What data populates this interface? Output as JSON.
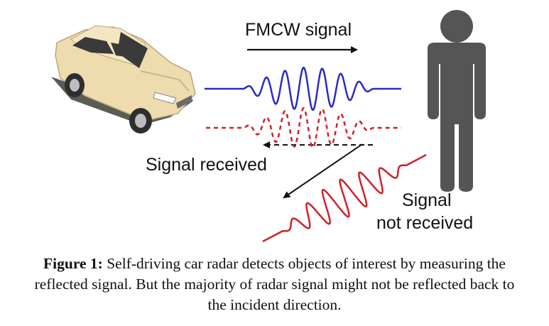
{
  "figure": {
    "labels": {
      "fmcw_signal": "FMCW signal",
      "signal_received": "Signal received",
      "signal_not_received_line1": "Signal",
      "signal_not_received_line2": "not received"
    },
    "colors": {
      "transmitted_wave": "#2b2bc4",
      "reflected_wave": "#d0202a",
      "car_body": "#eedcae",
      "person": "#555555"
    },
    "icons": [
      "car-icon",
      "person-icon"
    ]
  },
  "caption": {
    "label": "Figure 1:",
    "text": " Self-driving car radar detects objects of interest by measuring the reflected signal. But the majority of radar signal might not be reflected back to the incident direction."
  }
}
